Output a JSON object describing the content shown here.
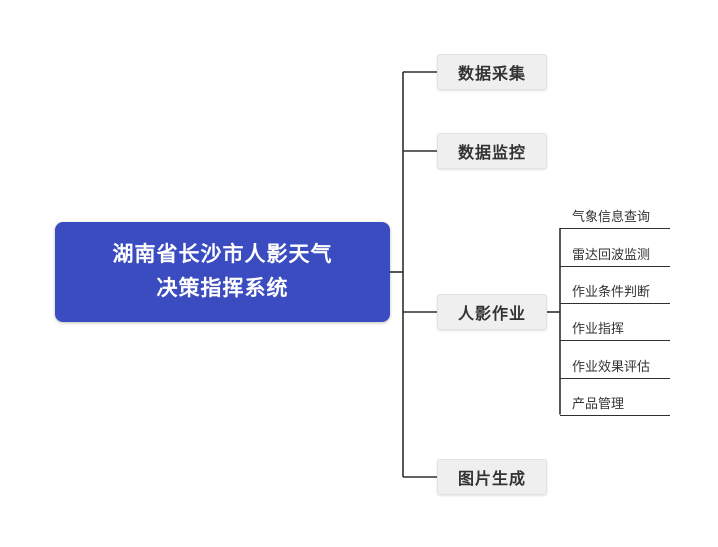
{
  "diagram": {
    "type": "mindmap",
    "root": {
      "label": "湖南省长沙市人影天气\n决策指挥系统",
      "bg_color": "#3b4cc0",
      "text_color": "#ffffff"
    },
    "branches": [
      {
        "label": "数据采集",
        "children": []
      },
      {
        "label": "数据监控",
        "children": []
      },
      {
        "label": "人影作业",
        "children": [
          {
            "label": "气象信息查询"
          },
          {
            "label": "雷达回波监测"
          },
          {
            "label": "作业条件判断"
          },
          {
            "label": "作业指挥"
          },
          {
            "label": "作业效果评估"
          },
          {
            "label": "产品管理"
          }
        ]
      },
      {
        "label": "图片生成",
        "children": []
      }
    ],
    "branch_bg_color": "#efefef",
    "line_color": "#2f2f2f",
    "background_color": "#ffffff"
  }
}
